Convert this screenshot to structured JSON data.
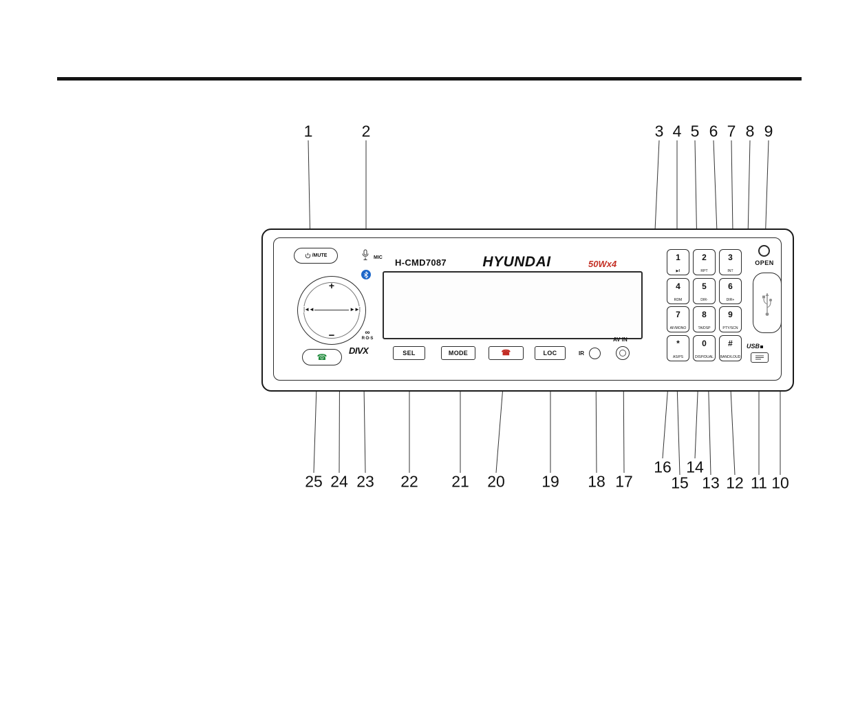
{
  "device": {
    "model": "H-CMD7087",
    "brand": "HYUNDAI",
    "power_rating": "50Wx4",
    "power_mute_label": "/MUTE",
    "mic_label": "MIC",
    "open_label": "OPEN",
    "usb_label": "USB",
    "ir_label": "IR",
    "av_in_label": "AV IN",
    "sel_label": "SEL",
    "mode_label": "MODE",
    "loc_label": "LOC",
    "divx_label": "DIVX",
    "rds_label": "R·D·S",
    "volume_plus": "+",
    "volume_minus": "−",
    "seek_left": "|◄◄",
    "seek_right": "►►|",
    "keypad": [
      {
        "digit": "1",
        "sub": "▶‖"
      },
      {
        "digit": "2",
        "sub": "RPT"
      },
      {
        "digit": "3",
        "sub": "INT"
      },
      {
        "digit": "4",
        "sub": "RDM"
      },
      {
        "digit": "5",
        "sub": "DIR-"
      },
      {
        "digit": "6",
        "sub": "DIR+"
      },
      {
        "digit": "7",
        "sub": "AF/MONO"
      },
      {
        "digit": "8",
        "sub": "TA/DSP"
      },
      {
        "digit": "9",
        "sub": "PTY/SCN"
      },
      {
        "digit": "*",
        "sub": "AS/PS"
      },
      {
        "digit": "0",
        "sub": "DISP/DUAL"
      },
      {
        "digit": "#",
        "sub": "BAND/LOUD"
      }
    ]
  },
  "callouts": [
    "1",
    "2",
    "3",
    "4",
    "5",
    "6",
    "7",
    "8",
    "9",
    "10",
    "11",
    "12",
    "13",
    "14",
    "15",
    "16",
    "17",
    "18",
    "19",
    "20",
    "21",
    "22",
    "23",
    "24",
    "25"
  ]
}
